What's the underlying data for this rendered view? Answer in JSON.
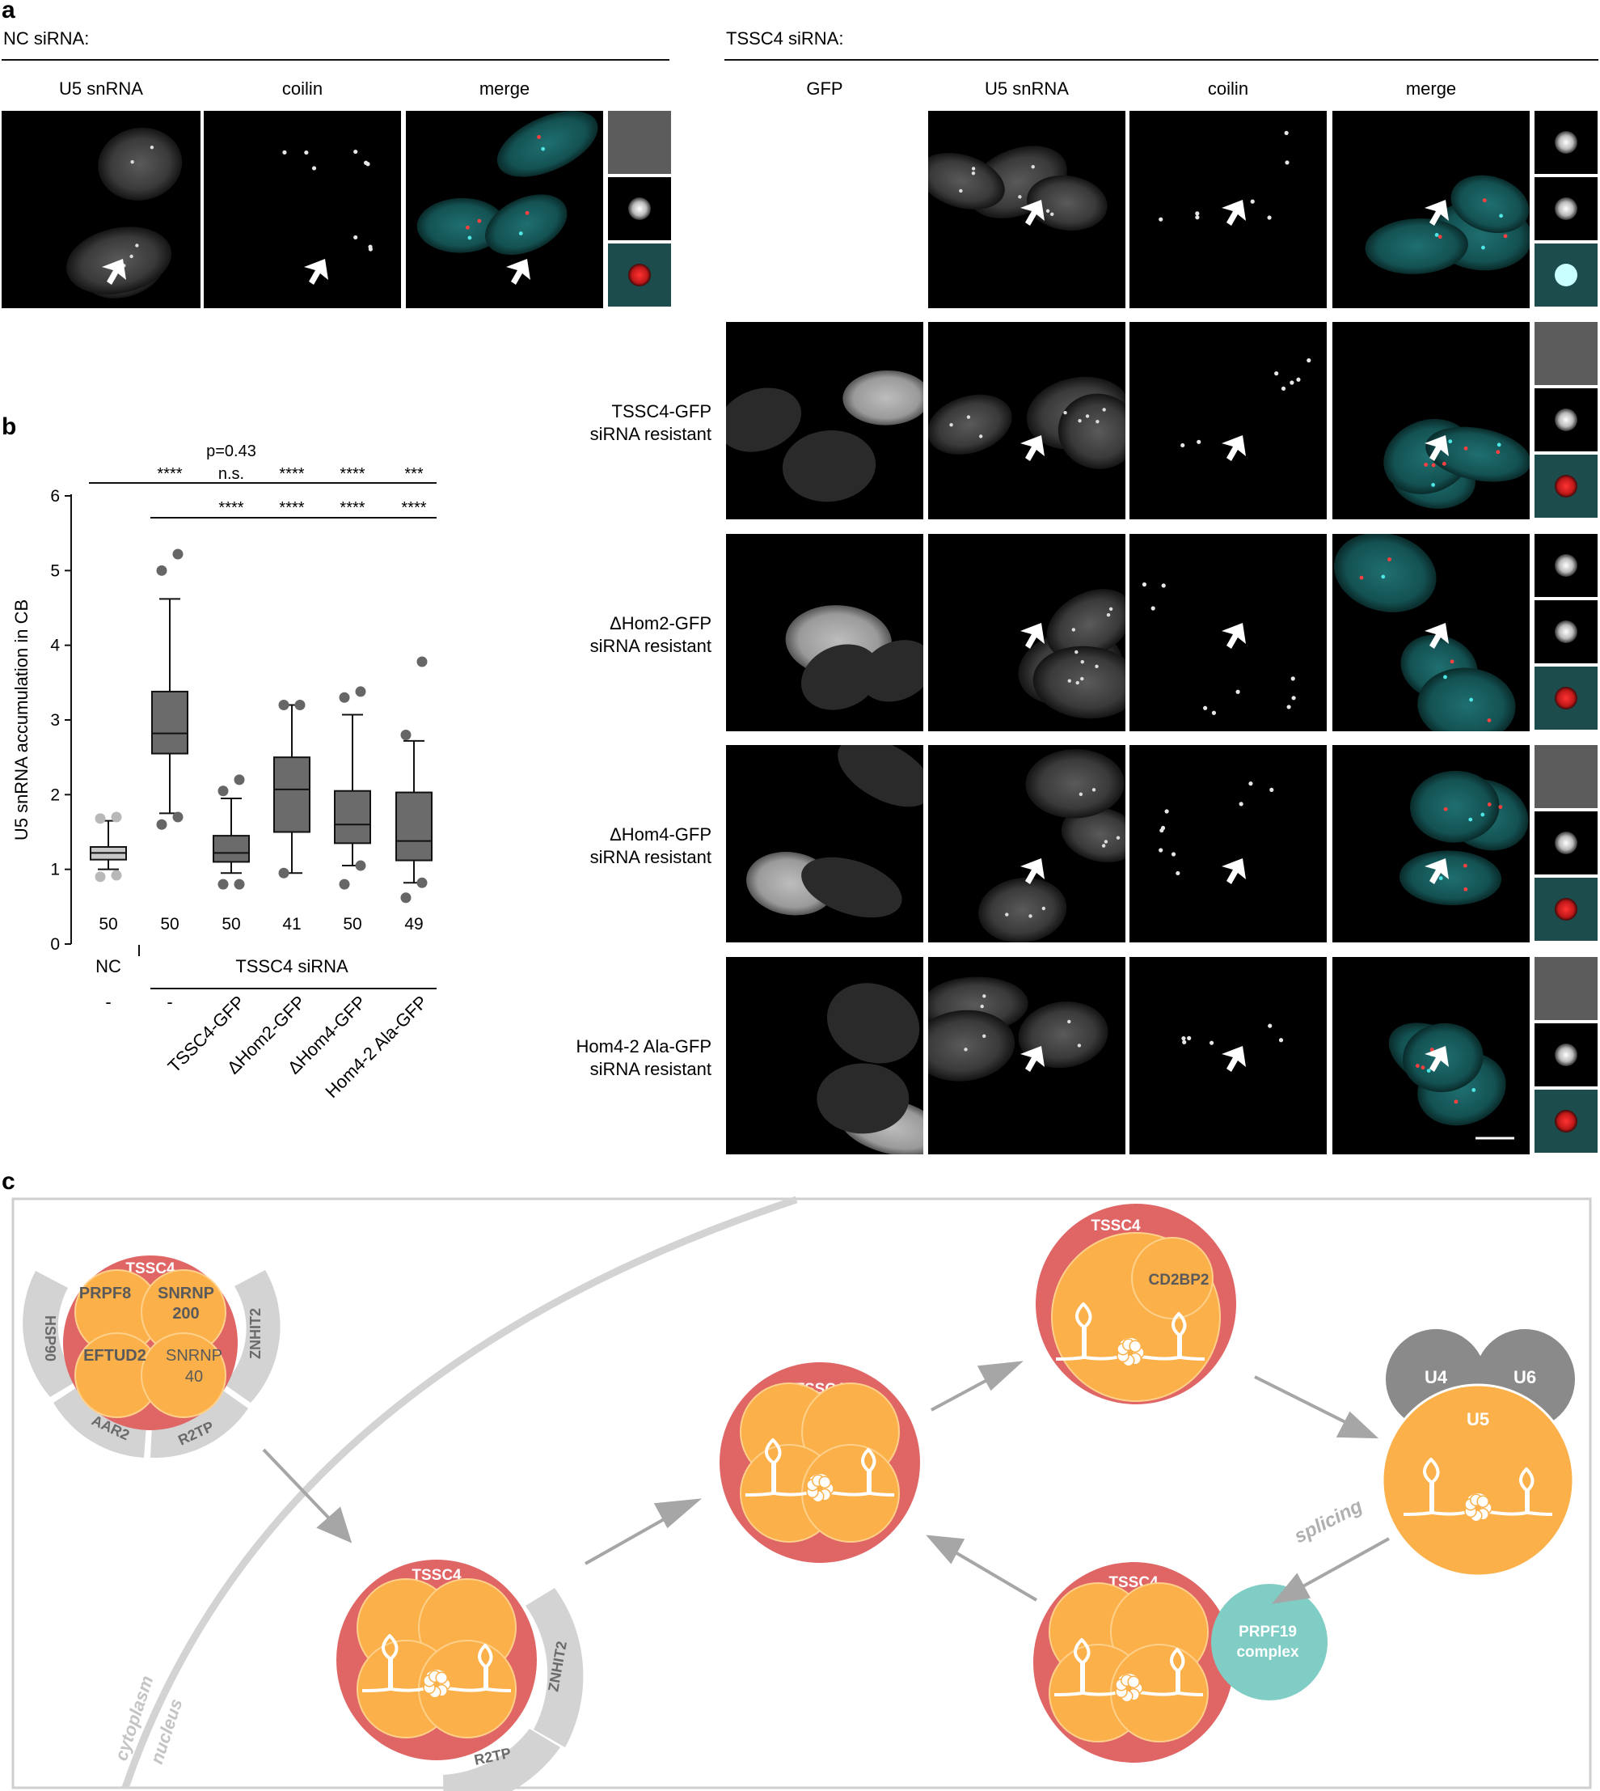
{
  "panels": {
    "a": "a",
    "b": "b",
    "c": "c"
  },
  "panel_a": {
    "nc_header": "NC siRNA:",
    "tssc4_header": "TSSC4 siRNA:",
    "nc_columns": [
      "U5 snRNA",
      "coilin",
      "merge"
    ],
    "tssc4_columns": [
      "GFP",
      "U5 snRNA",
      "coilin",
      "merge"
    ],
    "row_labels": [
      {
        "line1": "",
        "line2": ""
      },
      {
        "line1": "TSSC4-GFP",
        "line2": "siRNA resistant"
      },
      {
        "line1": "ΔHom2-GFP",
        "line2": "siRNA resistant"
      },
      {
        "line1": "ΔHom4-GFP",
        "line2": "siRNA resistant"
      },
      {
        "line1": "Hom4-2 Ala-GFP",
        "line2": "siRNA resistant"
      }
    ],
    "colors": {
      "u5": "#33c9c9",
      "coilin": "#e0322f",
      "background": "#000000"
    }
  },
  "chart_data": {
    "type": "box",
    "ylabel": "U5 snRNA accumulation in CB",
    "ylim": [
      0,
      6
    ],
    "yticks": [
      0,
      1,
      2,
      3,
      4,
      5,
      6
    ],
    "categories": [
      "NC",
      "-",
      "TSSC4-GFP",
      "ΔHom2-GFP",
      "ΔHom4-GFP",
      "Hom4-2 Ala-GFP"
    ],
    "group_labels": {
      "nc": "NC",
      "tssc4": "TSSC4 siRNA",
      "minus_nc": "-",
      "minus_tssc4": "-"
    },
    "n": [
      "50",
      "50",
      "50",
      "41",
      "50",
      "49"
    ],
    "boxes": [
      {
        "q1": 1.13,
        "median": 1.22,
        "q3": 1.3,
        "whisker_low": 1.0,
        "whisker_high": 1.65,
        "outliers": [
          0.9,
          0.92,
          1.68,
          1.7
        ]
      },
      {
        "q1": 2.55,
        "median": 2.82,
        "q3": 3.38,
        "whisker_low": 1.75,
        "whisker_high": 4.62,
        "outliers": [
          1.6,
          1.7,
          5.0,
          5.22
        ]
      },
      {
        "q1": 1.1,
        "median": 1.22,
        "q3": 1.45,
        "whisker_low": 0.95,
        "whisker_high": 1.95,
        "outliers": [
          0.8,
          0.8,
          2.05,
          2.2
        ]
      },
      {
        "q1": 1.5,
        "median": 2.07,
        "q3": 2.5,
        "whisker_low": 0.95,
        "whisker_high": 3.2,
        "outliers": [
          0.95,
          3.2,
          3.2
        ]
      },
      {
        "q1": 1.35,
        "median": 1.6,
        "q3": 2.05,
        "whisker_low": 1.05,
        "whisker_high": 3.07,
        "outliers": [
          0.8,
          1.05,
          3.3,
          3.38
        ]
      },
      {
        "q1": 1.12,
        "median": 1.38,
        "q3": 2.03,
        "whisker_low": 0.82,
        "whisker_high": 2.72,
        "outliers": [
          0.62,
          0.82,
          2.8,
          3.78
        ]
      }
    ],
    "significance_vs_nc": [
      "****",
      "n.s.",
      "****",
      "****",
      "***"
    ],
    "ns_pvalue": "p=0.43",
    "significance_vs_tssc4": [
      "****",
      "****",
      "****",
      "****"
    ],
    "colors": {
      "nc_box": "#c8c8c8",
      "box": "#6b6b6b"
    }
  },
  "panel_c": {
    "tssc4": "TSSC4",
    "prpf8": "PRPF8",
    "snrnp200": [
      "SNRNP",
      "200"
    ],
    "eftud2": "EFTUD2",
    "snrnp40": [
      "SNRNP",
      "40"
    ],
    "hsp90": "HSP90",
    "aar2": "AAR2",
    "r2tp": "R2TP",
    "znhit2": "ZNHIT2",
    "cd2bp2": "CD2BP2",
    "u4": "U4",
    "u6": "U6",
    "u5": "U5",
    "splicing": "splicing",
    "prpf19": [
      "PRPF19",
      "complex"
    ],
    "cytoplasm": "cytoplasm",
    "nucleus": "nucleus",
    "colors": {
      "red": "#e06666",
      "orange": "#fbb04a",
      "gray": "#d0d0d0",
      "dark_gray": "#8a8a8a",
      "teal": "#7fcdc4",
      "text": "#5a5a5a"
    }
  }
}
